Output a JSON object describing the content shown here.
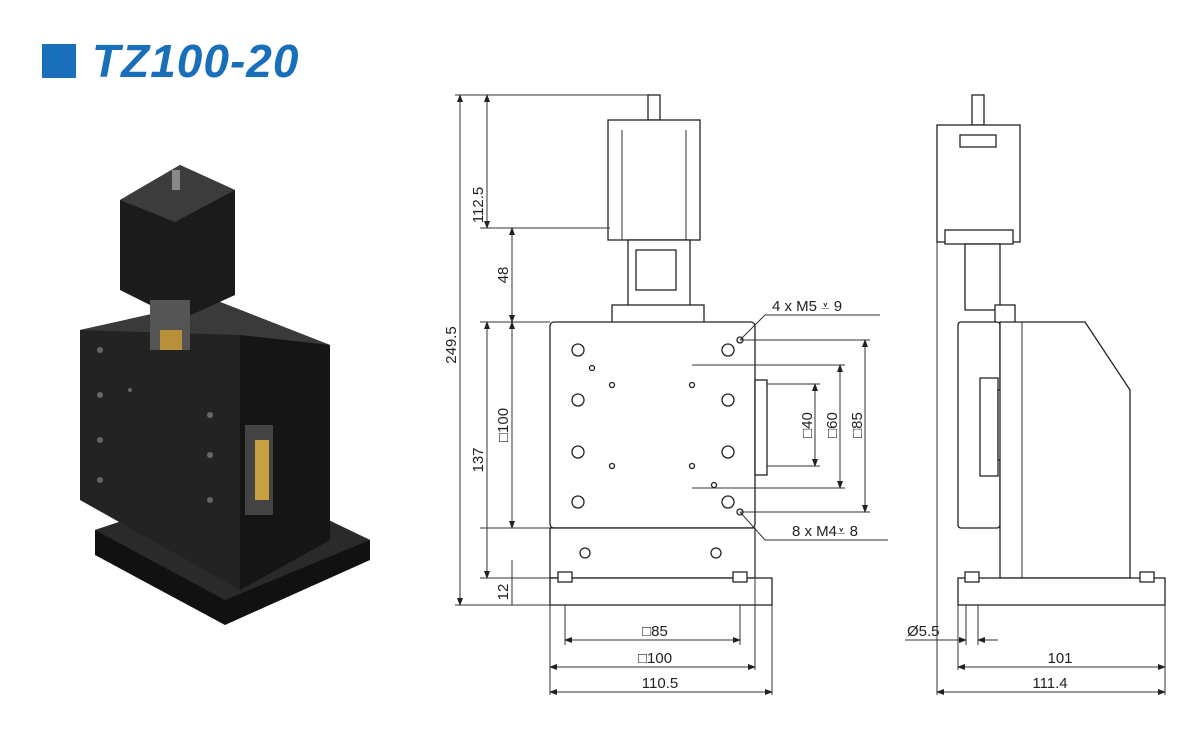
{
  "title": "TZ100-20",
  "colors": {
    "accent": "#1a6fba",
    "body": "#1e1e1e"
  },
  "front_view": {
    "dims_vertical": {
      "total": "249.5",
      "motor": "112.5",
      "coupling": "48",
      "lower": "137",
      "plate": "□100",
      "base": "12"
    },
    "dims_horizontal": {
      "hole_spacing": "□85",
      "plate_width": "□100",
      "overall_width": "110.5"
    },
    "plate_dims": {
      "inner": "□40",
      "middle": "□60",
      "outer": "□85"
    },
    "callouts": {
      "m5": "4 x  M5 ⩡ 9",
      "m4": "8 x  M4⩡ 8"
    }
  },
  "side_view": {
    "dims": {
      "hole_dia": "Ø5.5",
      "base_depth": "101",
      "overall_depth": "111.4"
    }
  }
}
